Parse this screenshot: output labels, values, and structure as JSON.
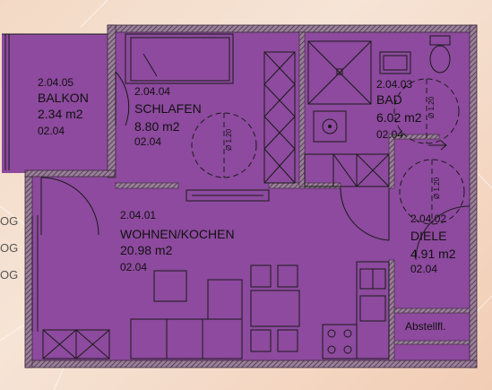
{
  "rooms": [
    {
      "id": "balkon",
      "code": "2.04.05",
      "name": "BALKON",
      "area": "2.34 m2",
      "unit": "02.04"
    },
    {
      "id": "schlafen",
      "code": "2.04.04",
      "name": "SCHLAFEN",
      "area": "8.80 m2",
      "unit": "02.04"
    },
    {
      "id": "bad",
      "code": "2.04.03",
      "name": "BAD",
      "area": "6.02 m2",
      "unit": "02.04"
    },
    {
      "id": "wohnen",
      "code": "2.04.01",
      "name": "WOHNEN/KOCHEN",
      "area": "20.98 m2",
      "unit": "02.04"
    },
    {
      "id": "diele",
      "code": "2.04.02",
      "name": "DIELE",
      "area": "4.91 m2",
      "unit": "02.04"
    }
  ],
  "storage_label": "Abstellfl.",
  "turn_circle_label": "Ø 1.20",
  "side_marks": [
    "OG",
    "OG",
    "OG"
  ],
  "colors": {
    "room_fill": "#8d4a9e",
    "wall": "#3a2a3a",
    "line": "#1a1a1a"
  }
}
